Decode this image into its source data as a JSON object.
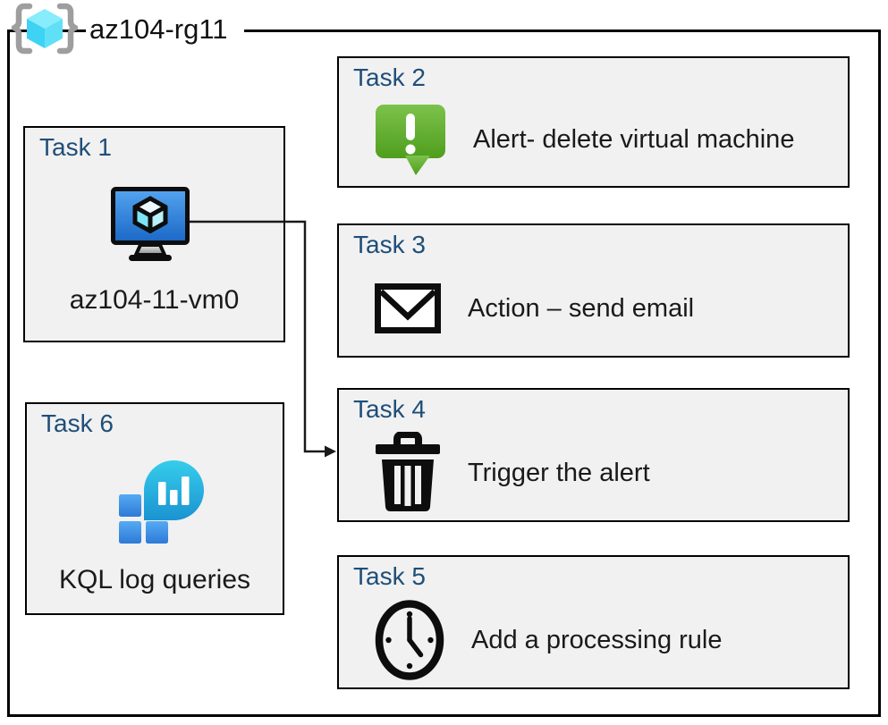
{
  "group": {
    "label": "az104-rg11",
    "icon": "resource-group-icon"
  },
  "tasks": [
    {
      "title": "Task 1",
      "label": "az104-11-vm0",
      "icon": "virtual-machine-icon"
    },
    {
      "title": "Task 2",
      "label": "Alert- delete virtual machine",
      "icon": "alert-icon"
    },
    {
      "title": "Task 3",
      "label": "Action – send email",
      "icon": "email-icon"
    },
    {
      "title": "Task 4",
      "label": "Trigger the alert",
      "icon": "trash-icon"
    },
    {
      "title": "Task 5",
      "label": "Add a processing rule",
      "icon": "clock-icon"
    },
    {
      "title": "Task 6",
      "label": "KQL log queries",
      "icon": "kql-log-queries-icon"
    }
  ],
  "connector": {
    "from": "Task 1",
    "to": "Task 4",
    "style": "elbow-arrow"
  },
  "colors": {
    "task_title": "#1F4E79",
    "body_text": "#1a1a1a",
    "box_fill": "#f1f1f1",
    "box_border": "#000000",
    "alert_green": "#63b32a",
    "vm_screen_blue": "#2a7de1",
    "azure_cyan": "#35c8ee",
    "log_blue": "#2e7cd6"
  }
}
